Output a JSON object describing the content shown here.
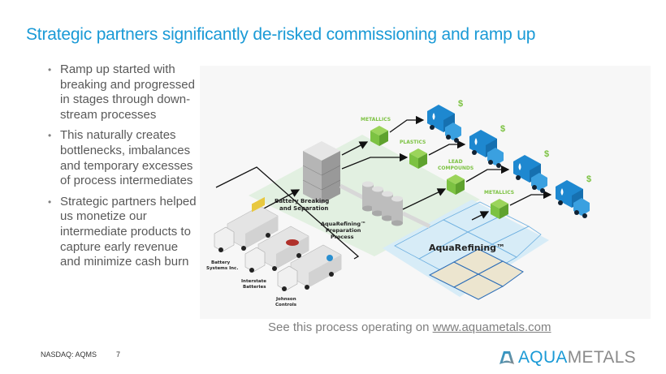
{
  "slide": {
    "title": "Strategic partners significantly de-risked commissioning and ramp up",
    "bullets": [
      "Ramp up started with breaking and progressed in stages through down-stream processes",
      "This naturally creates bottlenecks, imbalances and temporary excesses of process intermediates",
      "Strategic partners helped us monetize our intermediate products to capture early revenue and minimize cash burn"
    ],
    "bullet_glyph": "•"
  },
  "diagram": {
    "suppliers": [
      {
        "name_line1": "Battery",
        "name_line2": "Systems Inc."
      },
      {
        "name_line1": "Interstate",
        "name_line2": "Batteries"
      },
      {
        "name_line1": "Johnson",
        "name_line2": "Controls"
      }
    ],
    "stages": {
      "breaking_line1": "Battery Breaking",
      "breaking_line2": "and Separation",
      "prep_line1": "AquaRefining™",
      "prep_line2": "Preparation",
      "prep_line3": "Process",
      "refining": "AquaRefining™"
    },
    "products": [
      {
        "label": "METALLICS",
        "label2": ""
      },
      {
        "label": "PLASTICS",
        "label2": ""
      },
      {
        "label": "LEAD",
        "label2": "COMPOUNDS"
      },
      {
        "label": "METALLICS",
        "label2": ""
      }
    ],
    "revenue_symbol": "$",
    "colors": {
      "product_green": "#7cc242",
      "truck_blue": "#1e88d0",
      "zone_green": "#e2f0e1",
      "zone_blue": "#d7ecf7",
      "panel_bg": "#f7f7f7"
    }
  },
  "caption": {
    "text": "See this process operating on ",
    "link": "www.aquametals.com"
  },
  "footer": {
    "ticker": "NASDAQ: AQMS",
    "page_number": "7"
  },
  "logo": {
    "aqua": "AQUA",
    "metals": "METALS"
  },
  "colors": {
    "title_blue": "#1a9ad6",
    "body_gray": "#595959"
  }
}
